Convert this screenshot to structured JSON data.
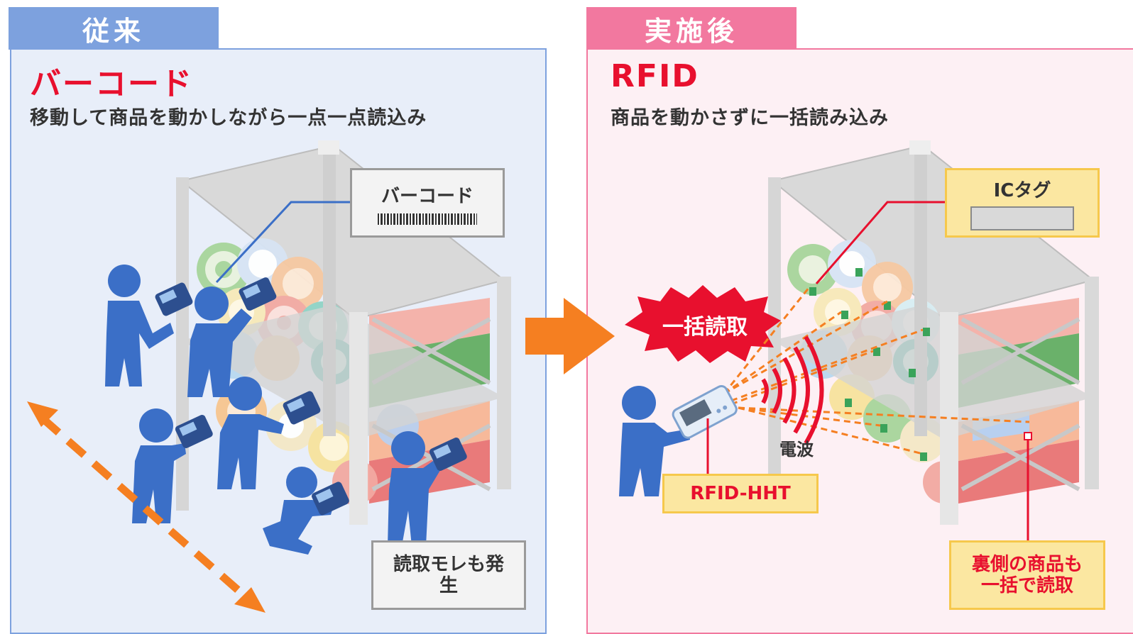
{
  "left": {
    "tab": "従来",
    "heading": "バーコード",
    "subtitle": "移動して商品を動かしながら一点一点読込み",
    "barcode_label": "バーコード",
    "miss_note": "読取モレも発生"
  },
  "right": {
    "tab": "実施後",
    "heading": "RFID",
    "subtitle": "商品を動かさずに一括読み込み",
    "ic_tag_label": "ICタグ",
    "burst_label": "一括読取",
    "wave_label": "電波",
    "device_label": "RFID-HHT",
    "back_note": "裏側の商品も一括で読取"
  },
  "colors": {
    "left_tab": "#7da1de",
    "left_bg": "#e8eef9",
    "left_border": "#7da1de",
    "right_tab": "#f2789f",
    "right_bg": "#fdf0f4",
    "right_border": "#f2789f",
    "heading_red": "#e8102e",
    "person": "#3b6fc7",
    "arrow": "#f57f21",
    "yellow_box": "#fbe7a1",
    "yellow_border": "#f6c84c"
  },
  "icons": [
    "person-icon",
    "handheld-scanner-icon",
    "shelf-icon",
    "radio-wave-icon",
    "ic-tag-icon",
    "barcode-icon"
  ]
}
